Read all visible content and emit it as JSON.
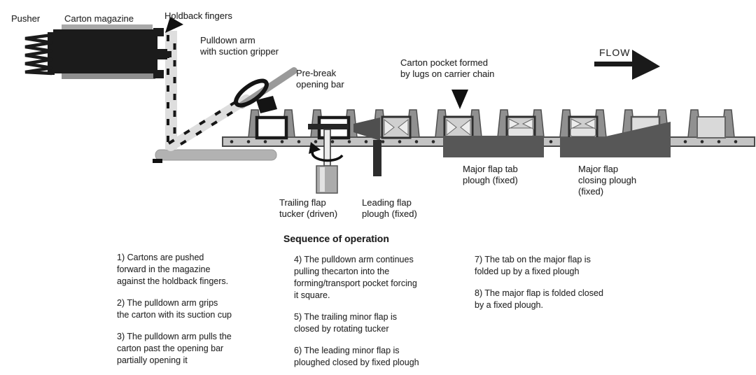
{
  "labels": {
    "pusher": "Pusher",
    "carton_magazine": "Carton magazine",
    "holdback_fingers": "Holdback fingers",
    "pulldown_arm": "Pulldown arm\nwith suction gripper",
    "pre_break": "Pre-break\nopening bar",
    "carton_pocket": "Carton pocket formed\nby lugs on carrier chain",
    "flow": "FLOW",
    "trailing_flap": "Trailing flap\ntucker (driven)",
    "leading_flap": "Leading flap\nplough (fixed)",
    "major_flap_tab": "Major flap tab\nplough (fixed)",
    "major_flap_closing": "Major flap\nclosing plough\n(fixed)"
  },
  "sequence": {
    "heading": "Sequence of operation",
    "columns": [
      {
        "steps": [
          "1) Cartons are pushed\nforward in the magazine\nagainst the holdback fingers.",
          "2) The pulldown arm grips\nthe carton with its suction cup",
          "3) The pulldown arm pulls the\ncarton past the opening bar\npartially opening it"
        ]
      },
      {
        "steps": [
          "4) The pulldown arm continues\npulling thecarton into the\nforming/transport pocket forcing\nit square.",
          "5) The trailing minor flap is\nclosed by rotating tucker",
          "6) The leading minor flap is\nploughed closed by fixed plough"
        ]
      },
      {
        "steps": [
          "7) The tab on the major flap is\nfolded up by a fixed plough",
          "8) The major flap is folded closed\nby a fixed plough."
        ]
      }
    ]
  },
  "machine": {
    "pockets": [
      "open",
      "open",
      "flaps",
      "flaps",
      "flaps-folded",
      "flaps-folded",
      "closing",
      "closed"
    ],
    "icons": [
      "pusher-spring-icon",
      "holdback-arrow-icon",
      "suction-gripper-icon",
      "rotation-arrow-icon",
      "pocket-pointer-arrow-icon",
      "flow-arrow-icon"
    ]
  },
  "colors": {
    "background": "#ffffff",
    "ink": "#2f2f2f",
    "machine_black": "#1b1b1b",
    "plough_dark": "#575757",
    "metal_mid": "#9a9a9a",
    "metal_light": "#dedede",
    "chain_gray": "#c4c4c4",
    "carton_gray": "#cfcfcf"
  }
}
